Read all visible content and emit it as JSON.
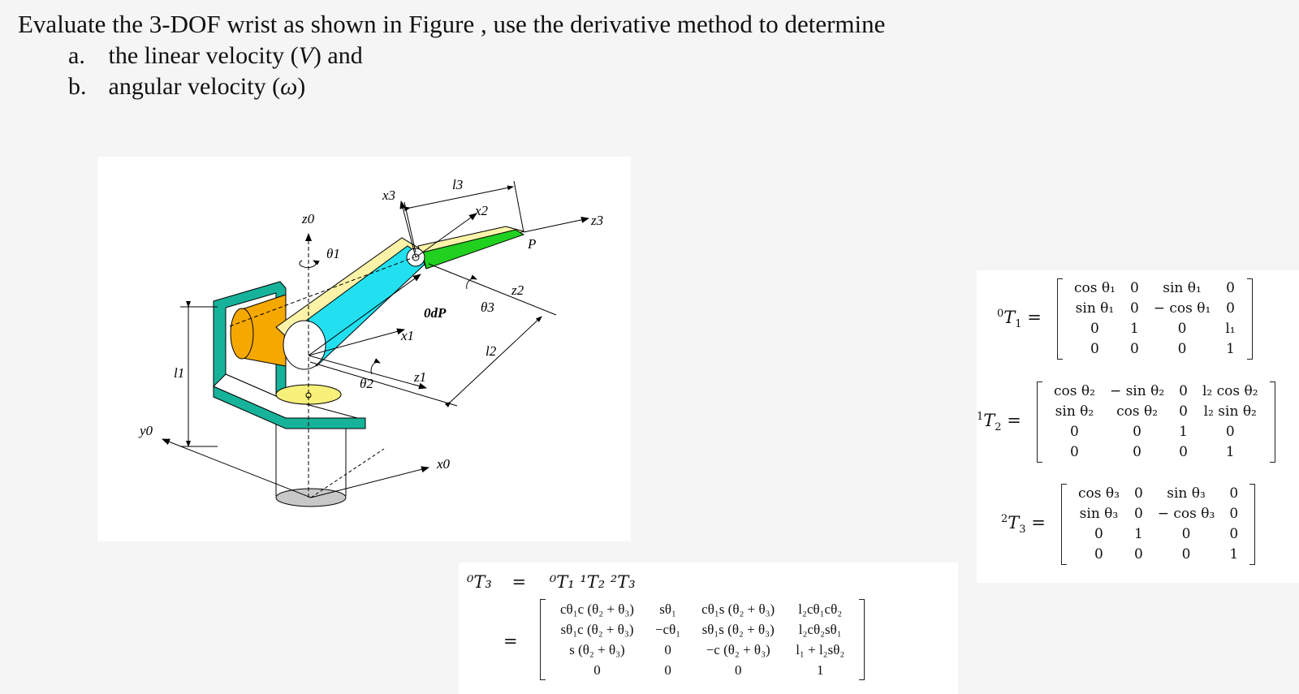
{
  "problem": {
    "statement": "Evaluate the 3-DOF wrist as shown in Figure , use the derivative method to determine",
    "items": [
      {
        "label": "a.",
        "text_before": "the linear velocity (",
        "symbol": "V",
        "text_after": ") and"
      },
      {
        "label": "b.",
        "text_before": "angular velocity (",
        "symbol": "ω",
        "text_after": ")"
      }
    ]
  },
  "figure": {
    "labels": {
      "z0": "z0",
      "theta1": "θ1",
      "x3": "x3",
      "l3": "l3",
      "x2": "x2",
      "z3": "z3",
      "P": "P",
      "z2": "z2",
      "theta3": "θ3",
      "dp": "0dP",
      "x1": "x1",
      "l1": "l1",
      "l2": "l2",
      "theta2": "θ2",
      "z1": "z1",
      "y0": "y0",
      "x0": "x0"
    },
    "colors": {
      "base_bracket": "#16b39a",
      "cylinder": "#f5a800",
      "link_cyan": "#22e0f0",
      "link_yellow": "#fdf3a8",
      "link_green": "#22d020",
      "disk": "#f7f07a",
      "post_bottom": "#c8c8c8"
    }
  },
  "matrices": {
    "T1": {
      "lhs_pre": "0",
      "lhs_sym": "T",
      "lhs_sub": "1",
      "rows": [
        [
          "cos θ₁",
          "0",
          "sin θ₁",
          "0"
        ],
        [
          "sin θ₁",
          "0",
          "− cos θ₁",
          "0"
        ],
        [
          "0",
          "1",
          "0",
          "l₁"
        ],
        [
          "0",
          "0",
          "0",
          "1"
        ]
      ]
    },
    "T2": {
      "lhs_pre": "1",
      "lhs_sym": "T",
      "lhs_sub": "2",
      "rows": [
        [
          "cos θ₂",
          "− sin θ₂",
          "0",
          "l₂ cos θ₂"
        ],
        [
          "sin θ₂",
          "cos θ₂",
          "0",
          "l₂ sin θ₂"
        ],
        [
          "0",
          "0",
          "1",
          "0"
        ],
        [
          "0",
          "0",
          "0",
          "1"
        ]
      ]
    },
    "T3": {
      "lhs_pre": "2",
      "lhs_sym": "T",
      "lhs_sub": "3",
      "rows": [
        [
          "cos θ₃",
          "0",
          "sin θ₃",
          "0"
        ],
        [
          "sin θ₃",
          "0",
          "− cos θ₃",
          "0"
        ],
        [
          "0",
          "1",
          "0",
          "0"
        ],
        [
          "0",
          "0",
          "0",
          "1"
        ]
      ]
    }
  },
  "product": {
    "lhs": "⁰T₃",
    "eq1": "=",
    "chain": "⁰T₁ ¹T₂ ²T₃",
    "eq2": "=",
    "rows": [
      [
        "cθ₁c (θ₂ + θ₃)",
        "sθ₁",
        "cθ₁s (θ₂ + θ₃)",
        "l₂cθ₁cθ₂"
      ],
      [
        "sθ₁c (θ₂ + θ₃)",
        "−cθ₁",
        "sθ₁s (θ₂ + θ₃)",
        "l₂cθ₂sθ₁"
      ],
      [
        "s (θ₂ + θ₃)",
        "0",
        "−c (θ₂ + θ₃)",
        "l₁ + l₂sθ₂"
      ],
      [
        "0",
        "0",
        "0",
        "1"
      ]
    ]
  }
}
